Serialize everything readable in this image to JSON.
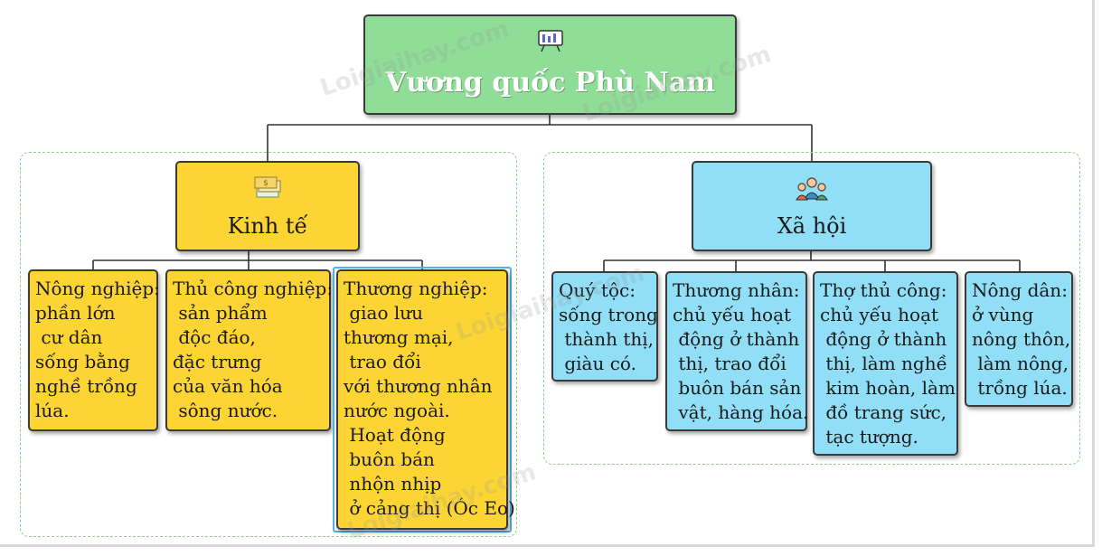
{
  "root": {
    "label": "Vương quốc  Phù Nam",
    "icon": "presentation-icon"
  },
  "branches": [
    {
      "label": "Kinh tế",
      "icon": "money-icon",
      "color": "#fcd535"
    },
    {
      "label": "Xã hội",
      "icon": "people-icon",
      "color": "#91def7"
    }
  ],
  "economy_items": [
    "Nông nghiệp:\nphần lớn\n cư dân\nsống bằng\nnghề trồng\nlúa.",
    "Thủ công nghiệp:\n sản phẩm\n độc đáo,\nđặc trưng\ncủa văn hóa\n sông nước.",
    "Thương nghiệp:\n giao lưu\nthương mại,\n trao đổi\nvới thương nhân\nnước ngoài.\n Hoạt động\n buôn bán\n nhộn nhịp\n ở cảng thị (Óc Eo)"
  ],
  "society_items": [
    "Quý tộc:\nsống trong\n thành thị,\n giàu có.",
    "Thương nhân:\nchủ yếu hoạt\n động ở thành\n thị, trao đổi\n buôn bán sản\n vật, hàng hóa.",
    "Thợ thủ công:\nchủ yếu hoạt\n động ở thành\n thị, làm nghề\n kim hoàn, làm\n đồ trang sức,\n tạc tượng.",
    "Nông dân:\nở vùng\nnông thôn,\n làm nông,\n trồng lúa."
  ],
  "colors": {
    "root": "#90dd97",
    "economy": "#fcd535",
    "society": "#91def7",
    "group_border": "#8fd18f"
  },
  "watermark": "Loigiaihay.com"
}
